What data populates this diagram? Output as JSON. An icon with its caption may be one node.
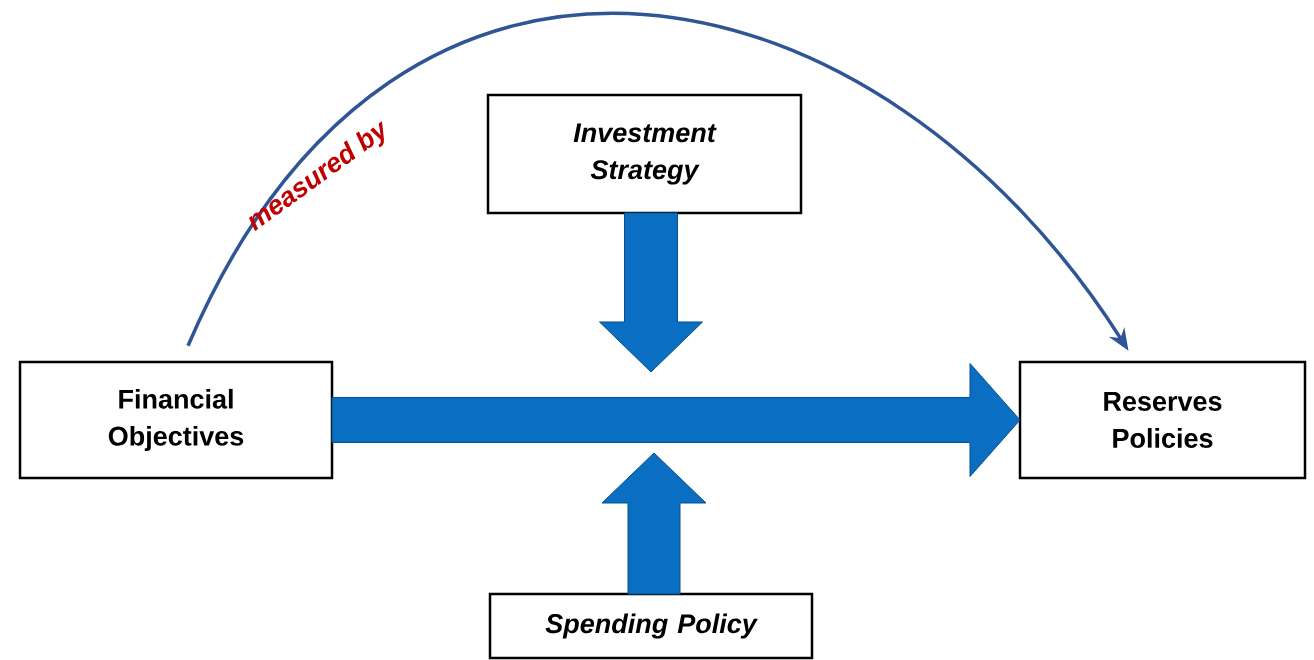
{
  "diagram": {
    "nodes": [
      {
        "text": [
          "Financial Objectives"
        ]
      },
      {
        "text": [
          "Investment Strategy"
        ]
      },
      {
        "text": [
          "Reserves Policies"
        ]
      },
      {
        "text": [
          "Spending Policy"
        ]
      }
    ],
    "edges": [
      {
        "from": 0,
        "to": 2,
        "arrow": "to",
        "style": "thick",
        "color": "#0a6fc2"
      },
      {
        "from": 1,
        "to": null,
        "arrow": "to",
        "style": "thick",
        "color": "#0a6fc2"
      },
      {
        "from": 3,
        "to": null,
        "arrow": "to",
        "style": "thick",
        "color": "#0a6fc2"
      },
      {
        "from": 0,
        "to": 2,
        "arrow": "to",
        "label": "measured by",
        "color": "#2f5597"
      }
    ]
  }
}
